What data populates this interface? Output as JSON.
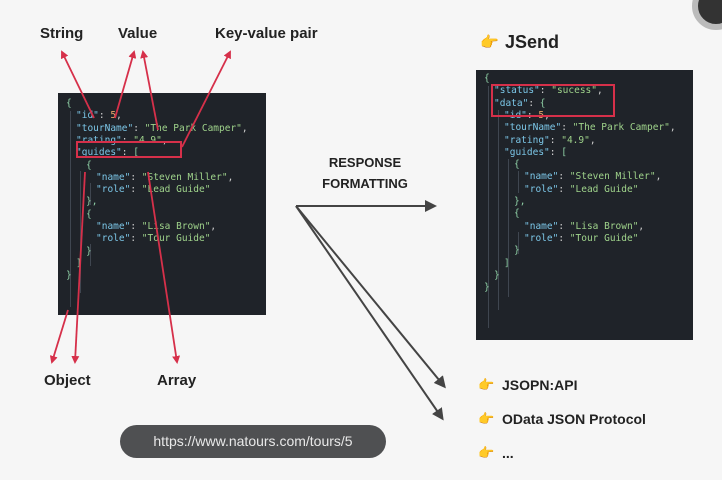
{
  "left_labels": {
    "string": "String",
    "value": "Value",
    "key_value_pair": "Key-value pair",
    "object": "Object",
    "array": "Array"
  },
  "middle": {
    "line1": "RESPONSE",
    "line2": "FORMATTING"
  },
  "url": "https://www.natours.com/tours/5",
  "right": {
    "jsend_title": "JSend",
    "bullets": [
      "JSOPN:API",
      "OData JSON Protocol",
      "..."
    ]
  },
  "icons": {
    "pointer": "pointing-hand-icon",
    "corner": "logo-icon"
  },
  "code_left": [
    {
      "brace_open": "{"
    },
    {
      "key": "\"id\"",
      "sep": ": ",
      "num": "5",
      "end": ","
    },
    {
      "key": "\"tourName\"",
      "sep": ": ",
      "str": "\"The Park Camper\"",
      "end": ","
    },
    {
      "key": "\"rating\"",
      "sep": ": ",
      "str": "\"4.9\"",
      "end": ","
    },
    {
      "key": "\"guides\"",
      "sep": ": ",
      "bracket": "["
    },
    {
      "brace": "{"
    },
    {
      "key": "\"name\"",
      "sep": ": ",
      "str": "\"Steven Miller\"",
      "end": ","
    },
    {
      "key": "\"role\"",
      "sep": ": ",
      "str": "\"Lead Guide\""
    },
    {
      "brace": "},"
    },
    {
      "brace": "{"
    },
    {
      "key": "\"name\"",
      "sep": ": ",
      "str": "\"Lisa Brown\"",
      "end": ","
    },
    {
      "key": "\"role\"",
      "sep": ": ",
      "str": "\"Tour Guide\""
    },
    {
      "brace": "}"
    },
    {
      "bracket": "]"
    },
    {
      "brace_close": "}"
    }
  ],
  "code_right": [
    {
      "t": "{"
    },
    {
      "key": "\"status\"",
      "sep": ": ",
      "str": "\"sucess\"",
      "end": ","
    },
    {
      "key": "\"data\"",
      "sep": ": ",
      "b": "{"
    },
    {
      "key": "\"id\"",
      "sep": ": ",
      "num": "5",
      "end": ","
    },
    {
      "key": "\"tourName\"",
      "sep": ": ",
      "str": "\"The Park Camper\"",
      "end": ","
    },
    {
      "key": "\"rating\"",
      "sep": ": ",
      "str": "\"4.9\"",
      "end": ","
    },
    {
      "key": "\"guides\"",
      "sep": ": ",
      "b": "["
    },
    {
      "t": "{"
    },
    {
      "key": "\"name\"",
      "sep": ": ",
      "str": "\"Steven Miller\"",
      "end": ","
    },
    {
      "key": "\"role\"",
      "sep": ": ",
      "str": "\"Lead Guide\""
    },
    {
      "t": "},"
    },
    {
      "t": "{"
    },
    {
      "key": "\"name\"",
      "sep": ": ",
      "str": "\"Lisa Brown\"",
      "end": ","
    },
    {
      "key": "\"role\"",
      "sep": ": ",
      "str": "\"Tour Guide\""
    },
    {
      "t": "}"
    },
    {
      "t": "]"
    },
    {
      "t": "}"
    },
    {
      "t": "}"
    }
  ]
}
